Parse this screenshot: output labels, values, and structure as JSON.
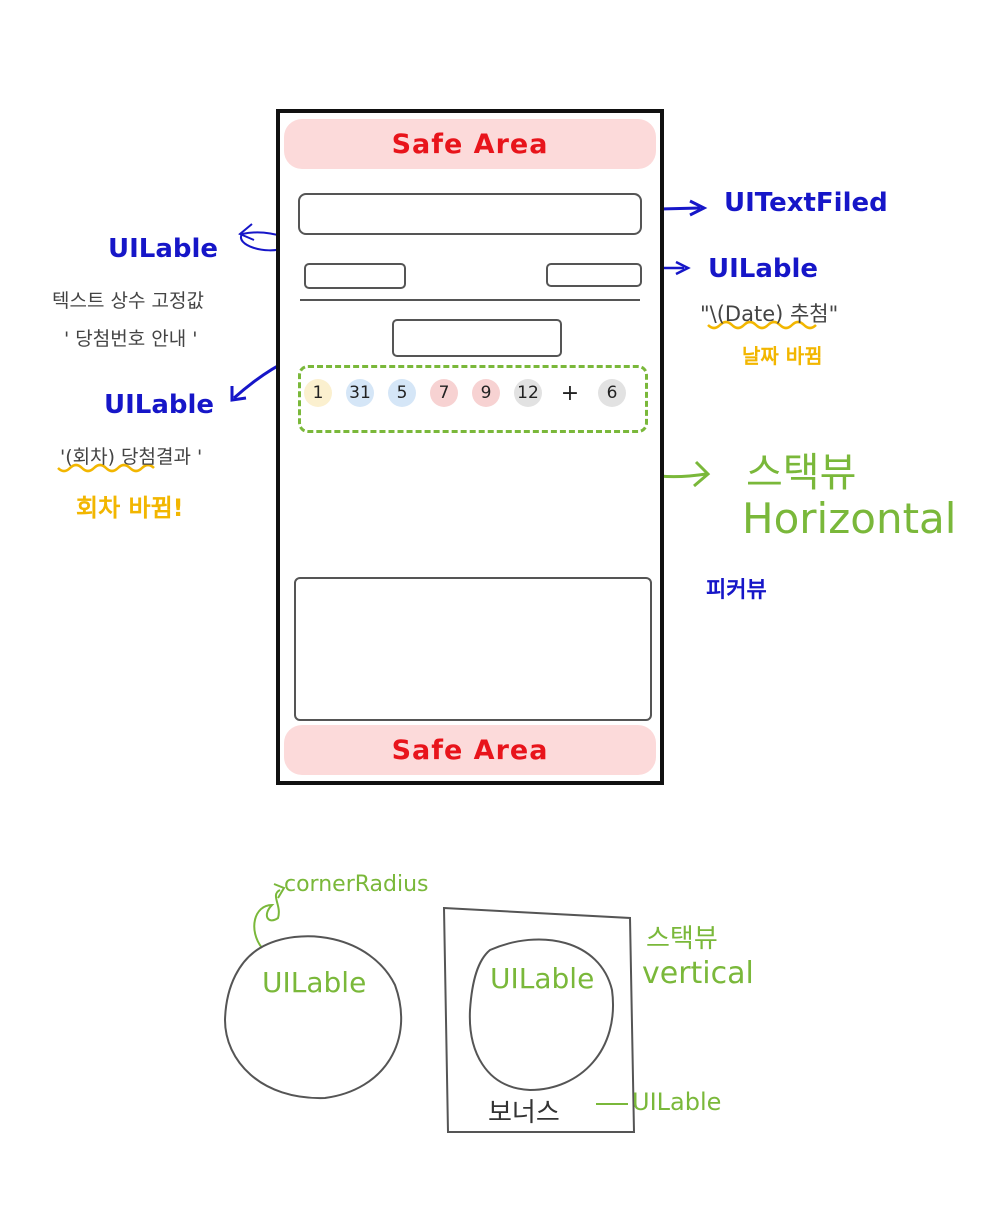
{
  "phone": {
    "safe_area_top": "Safe Area",
    "safe_area_bottom": "Safe Area",
    "balls": [
      {
        "label": "1",
        "color": "#fbf0cf"
      },
      {
        "label": "31",
        "color": "#d5e6f7"
      },
      {
        "label": "5",
        "color": "#d5e6f7"
      },
      {
        "label": "7",
        "color": "#f7d2d2"
      },
      {
        "label": "9",
        "color": "#f7d2d2"
      },
      {
        "label": "12",
        "color": "#e2e2e2"
      },
      {
        "label": "+",
        "color": "#ffffff"
      },
      {
        "label": "6",
        "color": "#e2e2e2"
      }
    ]
  },
  "annotations": {
    "textfield": "UITextFiled",
    "date_label": "UILable",
    "date_note": "\"\\(Date) 추첨\"",
    "date_change": "날짜 바뀜",
    "left_label": "UILable",
    "left_note_1": "텍스트 상수 고정값",
    "left_note_2": "' 당첨번호 안내 '",
    "result_label": "UILable",
    "result_note": "'(회차) 당첨결과 '",
    "result_change": "회차 바뀜!",
    "stackview_h_1": "스택뷰",
    "stackview_h_2": "Horizontal",
    "pickerview": "피커뷰"
  },
  "legend": {
    "corner_radius": "cornerRadius",
    "circle_label_1": "UILable",
    "circle_label_2": "UILable",
    "stackview_v_1": "스택뷰",
    "stackview_v_2": "vertical",
    "bonus": "보너스",
    "bonus_label": "UILable"
  },
  "colors": {
    "annotation_blue": "#1616c8",
    "safe_area_red": "#e8141b",
    "safe_area_bg": "#fcdada",
    "stack_green": "#7ab83a",
    "note_yellow": "#f2b600"
  }
}
